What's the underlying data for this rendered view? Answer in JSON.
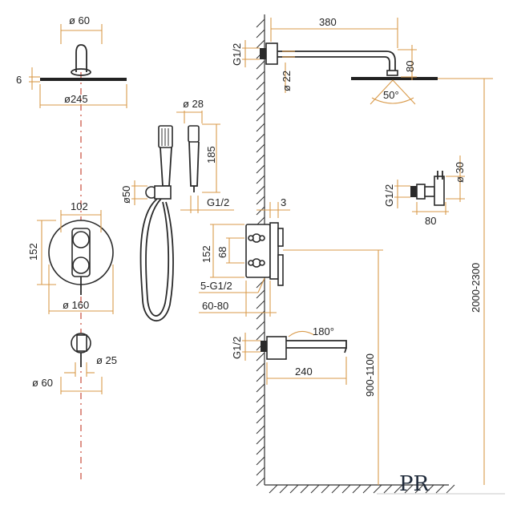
{
  "dims": {
    "d60_top": "ø 60",
    "h6": "6",
    "d245": "ø245",
    "d28": "ø 28",
    "l185": "185",
    "d50": "ø50",
    "g12_hand": "G1/2",
    "w102": "102",
    "h152_left": "152",
    "d160": "ø 160",
    "d25": "ø 25",
    "d60_bottom": "ø 60",
    "w380": "380",
    "g12_arm": "G1/2",
    "h80": "80",
    "d22": "ø 22",
    "a50": "50°",
    "h3": "3",
    "d30": "ø 30",
    "g12_holder": "G1/2",
    "w80": "80",
    "h152_mid": "152",
    "h68": "68",
    "g5": "5-G1/2",
    "d6080": "60-80",
    "a180": "180°",
    "g12_spout": "G1/2",
    "w240": "240",
    "h9001100": "900-1100",
    "h20002300": "2000-2300"
  },
  "logo": {
    "text": "PR"
  }
}
